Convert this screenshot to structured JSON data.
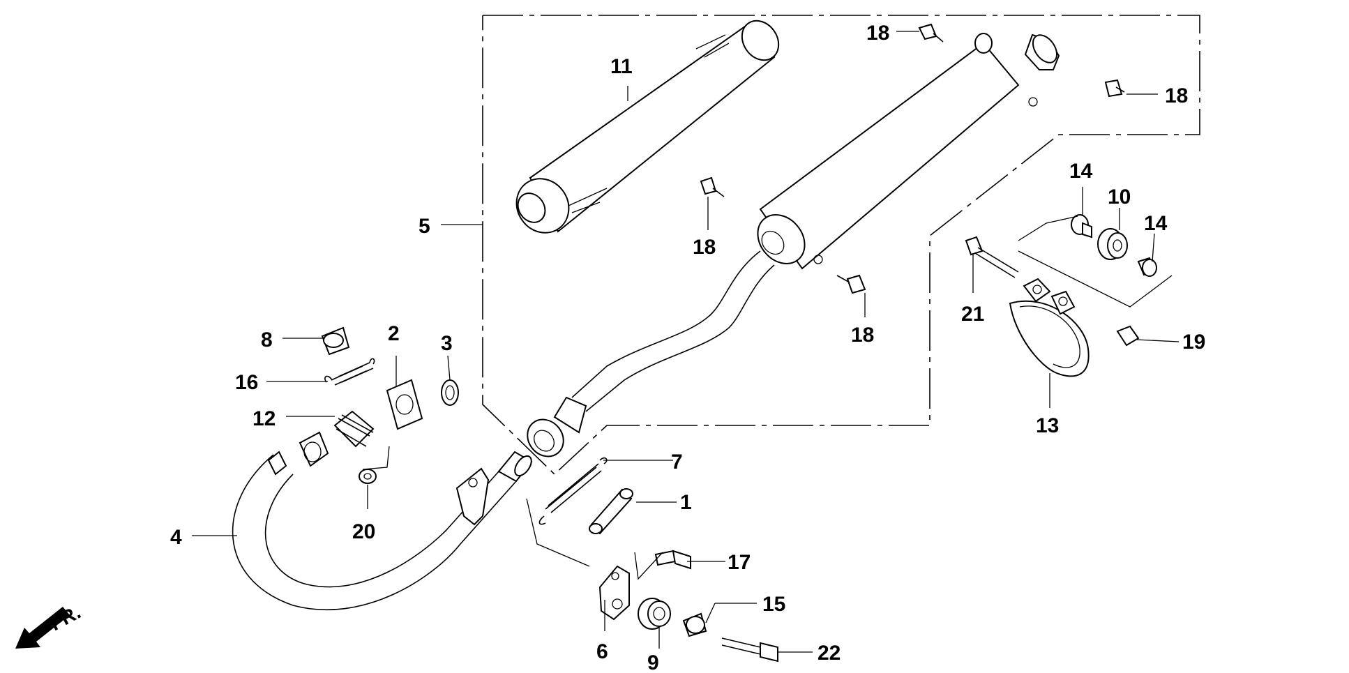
{
  "diagram": {
    "direction_label": "FR.",
    "callouts": [
      {
        "id": "c1",
        "label": "1"
      },
      {
        "id": "c2",
        "label": "2"
      },
      {
        "id": "c3",
        "label": "3"
      },
      {
        "id": "c4",
        "label": "4"
      },
      {
        "id": "c5",
        "label": "5"
      },
      {
        "id": "c6",
        "label": "6"
      },
      {
        "id": "c7",
        "label": "7"
      },
      {
        "id": "c8",
        "label": "8"
      },
      {
        "id": "c9",
        "label": "9"
      },
      {
        "id": "c10",
        "label": "10"
      },
      {
        "id": "c11",
        "label": "11"
      },
      {
        "id": "c12",
        "label": "12"
      },
      {
        "id": "c13",
        "label": "13"
      },
      {
        "id": "c14a",
        "label": "14"
      },
      {
        "id": "c14b",
        "label": "14"
      },
      {
        "id": "c15",
        "label": "15"
      },
      {
        "id": "c16",
        "label": "16"
      },
      {
        "id": "c17",
        "label": "17"
      },
      {
        "id": "c18a",
        "label": "18"
      },
      {
        "id": "c18b",
        "label": "18"
      },
      {
        "id": "c18c",
        "label": "18"
      },
      {
        "id": "c18d",
        "label": "18"
      },
      {
        "id": "c19",
        "label": "19"
      },
      {
        "id": "c20",
        "label": "20"
      },
      {
        "id": "c21",
        "label": "21"
      },
      {
        "id": "c22",
        "label": "22"
      }
    ]
  }
}
